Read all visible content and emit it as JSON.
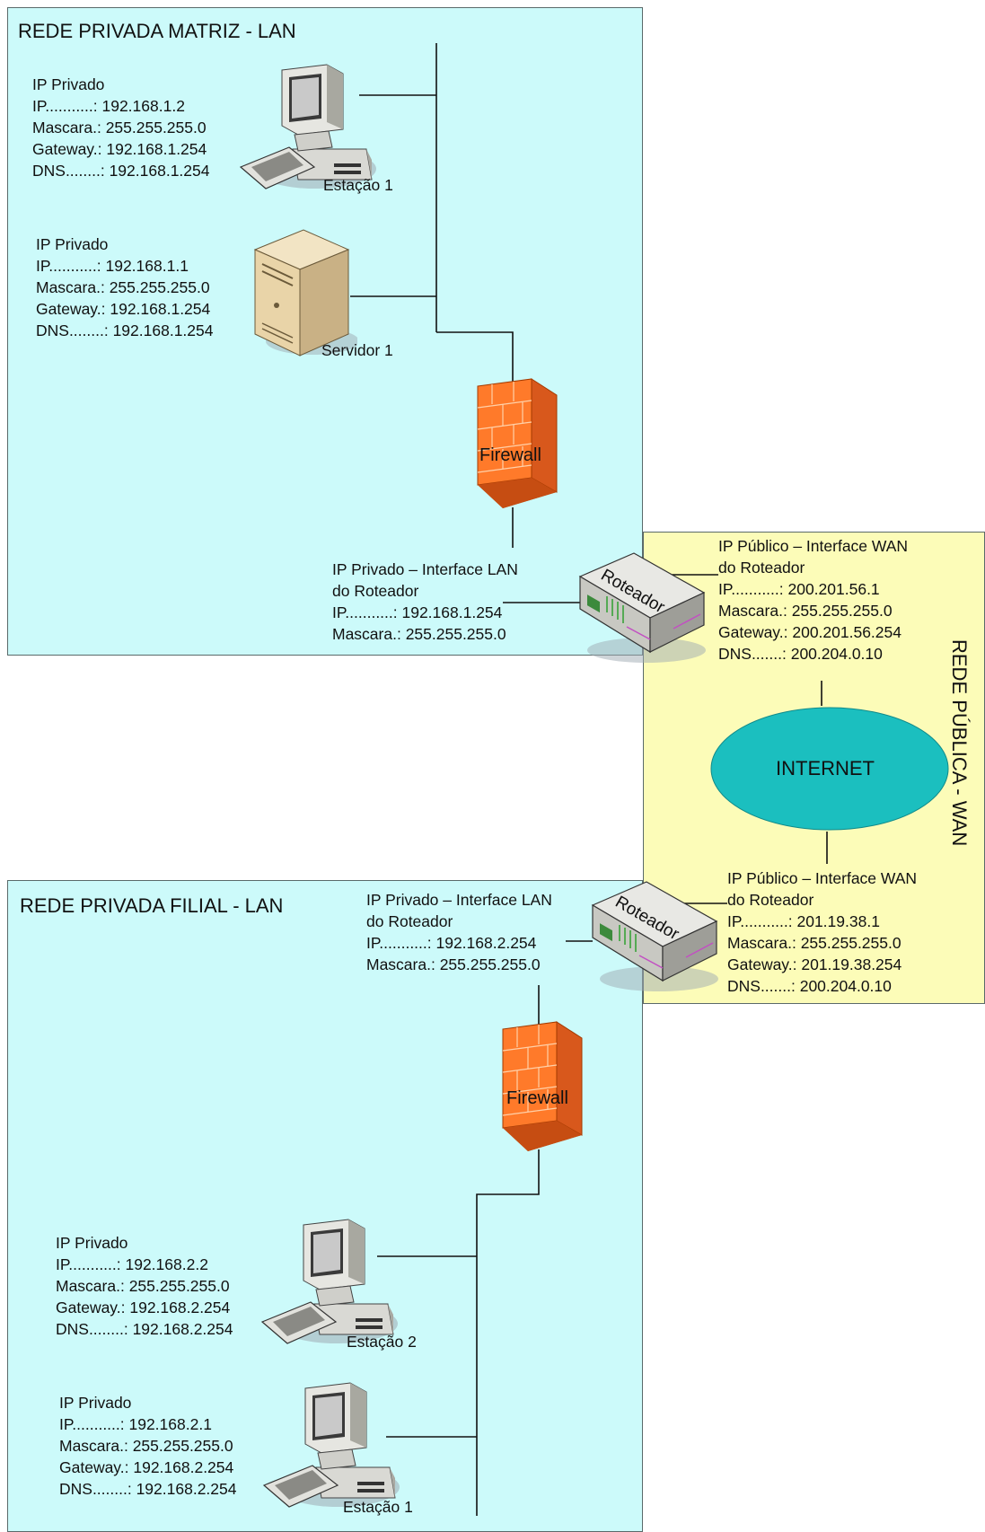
{
  "zones": {
    "matriz": "REDE PRIVADA MATRIZ - LAN",
    "filial": "REDE PRIVADA FILIAL - LAN",
    "wan": "REDE PÚBLICA - WAN"
  },
  "matriz": {
    "estacao1": {
      "type": "IP Privado",
      "ip": "IP...........: 192.168.1.2",
      "mascara": "Mascara.: 255.255.255.0",
      "gateway": "Gateway.: 192.168.1.254",
      "dns": "DNS........: 192.168.1.254",
      "name": "Estação 1"
    },
    "servidor1": {
      "type": "IP Privado",
      "ip": "IP...........: 192.168.1.1",
      "mascara": "Mascara.: 255.255.255.0",
      "gateway": "Gateway.: 192.168.1.254",
      "dns": "DNS........: 192.168.1.254",
      "name": "Servidor 1"
    },
    "firewall": "Firewall",
    "router_lan": {
      "title1": "IP Privado – Interface LAN",
      "title2": "do Roteador",
      "ip": "IP...........: 192.168.1.254",
      "mascara": "Mascara.: 255.255.255.0"
    },
    "router_label": "Roteador"
  },
  "wan": {
    "matriz_router_wan": {
      "title1": "IP Público – Interface WAN",
      "title2": "do Roteador",
      "ip": "IP...........: 200.201.56.1",
      "mascara": "Mascara.: 255.255.255.0",
      "gateway": "Gateway.: 200.201.56.254",
      "dns": "DNS.......: 200.204.0.10"
    },
    "internet": "INTERNET",
    "filial_router_wan": {
      "title1": "IP Público – Interface WAN",
      "title2": "do Roteador",
      "ip": "IP...........: 201.19.38.1",
      "mascara": "Mascara.: 255.255.255.0",
      "gateway": "Gateway.: 201.19.38.254",
      "dns": "DNS.......: 200.204.0.10"
    }
  },
  "filial": {
    "router_lan": {
      "title1": "IP Privado – Interface LAN",
      "title2": "do Roteador",
      "ip": "IP...........: 192.168.2.254",
      "mascara": "Mascara.: 255.255.255.0"
    },
    "router_label": "Roteador",
    "firewall": "Firewall",
    "estacao2": {
      "type": "IP Privado",
      "ip": "IP...........: 192.168.2.2",
      "mascara": "Mascara.: 255.255.255.0",
      "gateway": "Gateway.: 192.168.2.254",
      "dns": "DNS........: 192.168.2.254",
      "name": "Estação 2"
    },
    "estacao1": {
      "type": "IP Privado",
      "ip": "IP...........: 192.168.2.1",
      "mascara": "Mascara.: 255.255.255.0",
      "gateway": "Gateway.: 192.168.2.254",
      "dns": "DNS........: 192.168.2.254",
      "name": "Estação 1"
    }
  },
  "colors": {
    "lan_fill": "#ccfafa",
    "wan_fill": "#fcfcb8",
    "internet_fill": "#1bbfbf",
    "firewall": "#ff7a2a"
  }
}
